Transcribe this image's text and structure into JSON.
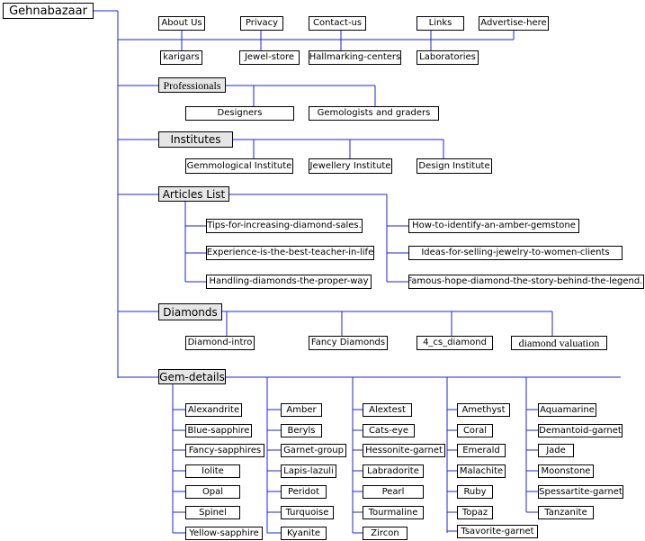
{
  "colors": {
    "line": "#2222dd",
    "box_border": "#000000",
    "section_fill": "#e6e6e6",
    "background": "#ffffff"
  },
  "root": "Gehnabazaar",
  "top_links": {
    "about_us": "About Us",
    "privacy": "Privacy",
    "contact_us": "Contact-us",
    "links": "Links",
    "advertise_here": "Advertise-here",
    "karigars": "karigars",
    "jewel_store": "Jewel-store",
    "hallmarking_centers": "Hallmarking-centers",
    "laboratories": "Laboratories"
  },
  "professionals": {
    "label": "Professionals",
    "items": [
      "Designers",
      "Gemologists and graders"
    ]
  },
  "institutes": {
    "label": "Institutes",
    "items": [
      "Gemmological Institute",
      "Jewellery Institute",
      "Design Institute"
    ]
  },
  "articles": {
    "label": "Articles List",
    "items": [
      "Tips-for-increasing-diamond-sales.",
      "Experience-is-the-best-teacher-in-life",
      "Handling-diamonds-the-proper-way",
      "How-to-identify-an-amber-gemstone",
      "Ideas-for-selling-jewelry-to-women-clients",
      "Famous-hope-diamond-the-story-behind-the-legend.."
    ]
  },
  "diamonds": {
    "label": "Diamonds",
    "items": [
      "Diamond-intro",
      "Fancy Diamonds",
      "4_cs_diamond",
      "diamond valuation"
    ]
  },
  "gem_details": {
    "label": "Gem-details",
    "columns": [
      [
        "Alexandrite",
        "Blue-sapphire",
        "Fancy-sapphires",
        "Iolite",
        "Opal",
        "Spinel",
        "Yellow-sapphire"
      ],
      [
        "Amber",
        "Beryls",
        "Garnet-group",
        "Lapis-lazuli",
        "Peridot",
        "Turquoise",
        "Kyanite"
      ],
      [
        "Alextest",
        "Cats-eye",
        "Hessonite-garnet",
        "Labradorite",
        "Pearl",
        "Tourmaline",
        "Zircon"
      ],
      [
        "Amethyst",
        "Coral",
        "Emerald",
        "Malachite",
        "Ruby",
        "Topaz",
        "Tsavorite-garnet"
      ],
      [
        "Aquamarine",
        "Demantoid-garnet",
        "Jade",
        "Moonstone",
        "Spessartite-garnet",
        "Tanzanite"
      ]
    ]
  }
}
